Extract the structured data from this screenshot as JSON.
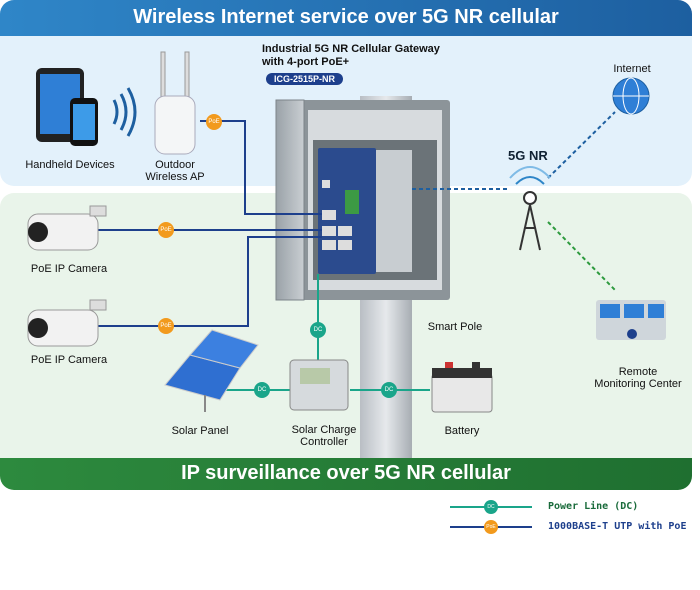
{
  "banners": {
    "top": "Wireless Internet service over 5G NR cellular",
    "bottom": "IP surveillance over 5G NR cellular"
  },
  "gateway": {
    "title_line1": "Industrial 5G NR Cellular Gateway",
    "title_line2": "with 4-port PoE+",
    "model": "ICG-2515P-NR"
  },
  "devices": {
    "handheld": "Handheld Devices",
    "wireless_ap_line1": "Outdoor",
    "wireless_ap_line2": "Wireless AP",
    "camera1": "PoE IP Camera",
    "camera2": "PoE IP Camera",
    "solar_panel": "Solar Panel",
    "charge_controller_line1": "Solar Charge",
    "charge_controller_line2": "Controller",
    "battery": "Battery",
    "smart_pole": "Smart Pole",
    "internet": "Internet",
    "nr": "5G NR",
    "remote_line1": "Remote",
    "remote_line2": "Monitoring Center"
  },
  "badges": {
    "poe": "PoE",
    "dc": "DC"
  },
  "legend": [
    {
      "label": "Power Line (DC)",
      "color": "#1aa58a"
    },
    {
      "label": "1000BASE-T UTP with PoE",
      "color": "#1d3f8c"
    }
  ],
  "colors": {
    "poe_line": "#1d3f8c",
    "dc_line": "#1aa58a",
    "poe_badge": "#f29a1d",
    "dc_badge": "#1aa58a",
    "cell_link": "#1d5fa0",
    "remote_link": "#2d9a3e"
  }
}
